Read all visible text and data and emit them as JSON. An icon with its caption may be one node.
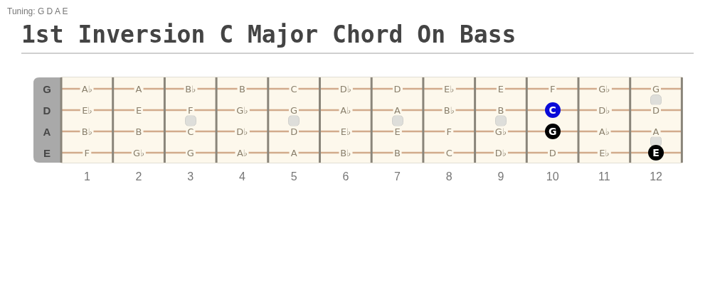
{
  "diagram": {
    "title": "1st Inversion C Major Chord On Bass",
    "nodes": [
      {
        "text": [
          "C"
        ]
      },
      {
        "text": [
          "G"
        ]
      },
      {
        "text": [
          "E"
        ]
      }
    ],
    "labels": [
      "Tuning: G D A E",
      "G",
      "A♭",
      "A",
      "B♭",
      "B",
      "C",
      "D♭",
      "D",
      "E♭",
      "E",
      "F",
      "G♭",
      "G",
      "D",
      "E♭",
      "E",
      "F",
      "G♭",
      "G",
      "A♭",
      "A",
      "B♭",
      "B",
      "D♭",
      "D",
      "A",
      "B♭",
      "B",
      "C",
      "D♭",
      "D",
      "E♭",
      "E",
      "F",
      "G♭",
      "A♭",
      "A",
      "E",
      "F",
      "G♭",
      "G",
      "A♭",
      "A",
      "B♭",
      "B",
      "C",
      "D♭",
      "D",
      "E♭",
      "1",
      "2",
      "3",
      "4",
      "5",
      "6",
      "7",
      "8",
      "9",
      "10",
      "11",
      "12"
    ]
  }
}
